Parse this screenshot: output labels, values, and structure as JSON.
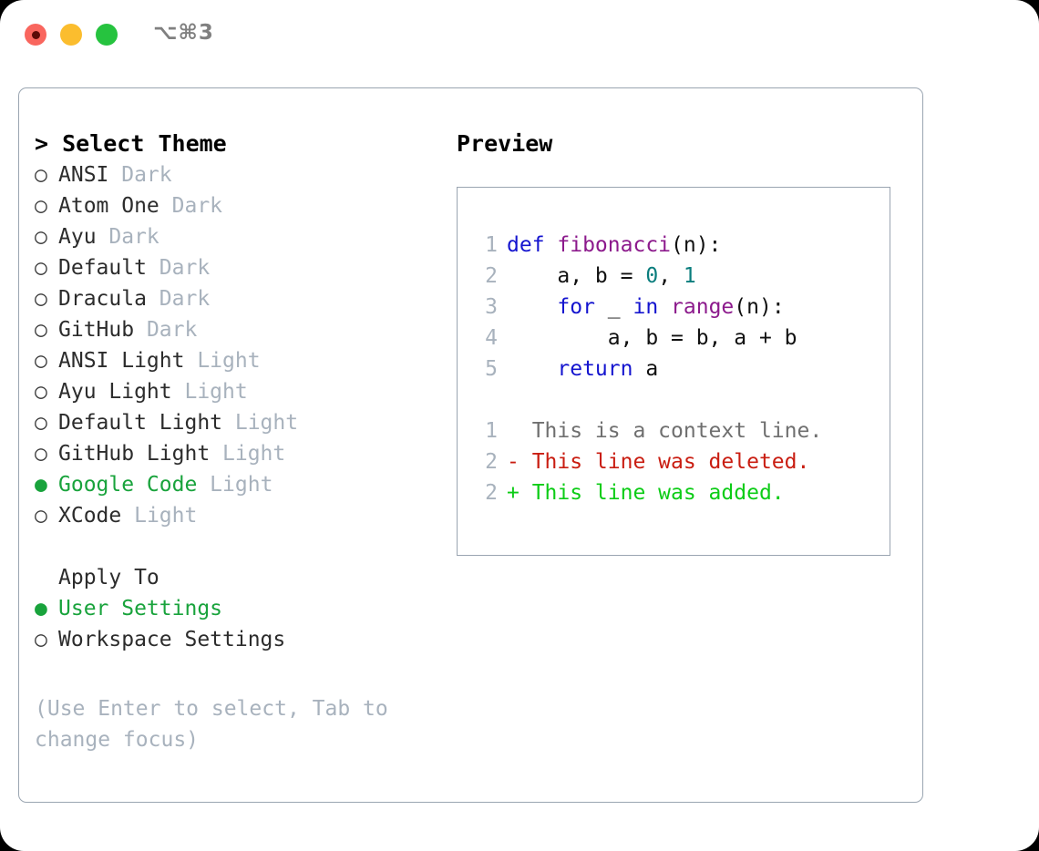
{
  "window": {
    "shortcut_label": "⌥⌘3",
    "traffic_lights": [
      {
        "name": "close",
        "color": "#f9665e"
      },
      {
        "name": "minimize",
        "color": "#fbbd2e"
      },
      {
        "name": "maximize",
        "color": "#26c33f"
      }
    ]
  },
  "theme_picker": {
    "header": "> Select Theme",
    "selected_bullet": "●",
    "unselected_bullet": "○",
    "selected_color": "#19a33c",
    "kind_color": "#a8b2bd",
    "options": [
      {
        "bullet": "○",
        "name": "ANSI",
        "kind": "Dark",
        "selected": false
      },
      {
        "bullet": "○",
        "name": "Atom One",
        "kind": "Dark",
        "selected": false
      },
      {
        "bullet": "○",
        "name": "Ayu",
        "kind": "Dark",
        "selected": false
      },
      {
        "bullet": "○",
        "name": "Default",
        "kind": "Dark",
        "selected": false
      },
      {
        "bullet": "○",
        "name": "Dracula",
        "kind": "Dark",
        "selected": false
      },
      {
        "bullet": "○",
        "name": "GitHub",
        "kind": "Dark",
        "selected": false
      },
      {
        "bullet": "○",
        "name": "ANSI Light",
        "kind": "Light",
        "selected": false
      },
      {
        "bullet": "○",
        "name": "Ayu Light",
        "kind": "Light",
        "selected": false
      },
      {
        "bullet": "○",
        "name": "Default Light",
        "kind": "Light",
        "selected": false
      },
      {
        "bullet": "○",
        "name": "GitHub Light",
        "kind": "Light",
        "selected": false
      },
      {
        "bullet": "●",
        "name": "Google Code",
        "kind": "Light",
        "selected": true
      },
      {
        "bullet": "○",
        "name": "XCode",
        "kind": "Light",
        "selected": false
      }
    ]
  },
  "apply_to": {
    "header": "Apply To",
    "options": [
      {
        "bullet": "●",
        "name": "User Settings",
        "selected": true
      },
      {
        "bullet": "○",
        "name": "Workspace Settings",
        "selected": false
      }
    ]
  },
  "hint": "(Use Enter to select, Tab to change focus)",
  "preview": {
    "title": "Preview",
    "code_lines": [
      {
        "number": "1",
        "tokens": [
          {
            "text": "def ",
            "type": "kw"
          },
          {
            "text": "fibonacci",
            "type": "fn"
          },
          {
            "text": "(n):",
            "type": "punc"
          }
        ]
      },
      {
        "number": "2",
        "tokens": [
          {
            "text": "    a, b = ",
            "type": "txt"
          },
          {
            "text": "0",
            "type": "num"
          },
          {
            "text": ", ",
            "type": "txt"
          },
          {
            "text": "1",
            "type": "num"
          }
        ]
      },
      {
        "number": "3",
        "tokens": [
          {
            "text": "    ",
            "type": "txt"
          },
          {
            "text": "for",
            "type": "kw"
          },
          {
            "text": " _ ",
            "type": "txt"
          },
          {
            "text": "in",
            "type": "kw"
          },
          {
            "text": " ",
            "type": "txt"
          },
          {
            "text": "range",
            "type": "fn"
          },
          {
            "text": "(n):",
            "type": "punc"
          }
        ]
      },
      {
        "number": "4",
        "tokens": [
          {
            "text": "        a, b = b, a + b",
            "type": "txt"
          }
        ]
      },
      {
        "number": "5",
        "tokens": [
          {
            "text": "    ",
            "type": "txt"
          },
          {
            "text": "return",
            "type": "kw"
          },
          {
            "text": " a",
            "type": "txt"
          }
        ]
      }
    ],
    "diff_lines": [
      {
        "number": "1",
        "marker": " ",
        "text": "  This is a context line.",
        "type": "ctx"
      },
      {
        "number": "2",
        "marker": "-",
        "text": "- This line was deleted.",
        "type": "del"
      },
      {
        "number": "2",
        "marker": "+",
        "text": "+ This line was added.",
        "type": "add"
      }
    ],
    "syntax_colors": {
      "keyword": "#1414cf",
      "function": "#8c1a8c",
      "number": "#0a7d7d",
      "text": "#111111",
      "line_number": "#a8b2bd",
      "diff_context": "#6f6f6f",
      "diff_deleted": "#c91d11",
      "diff_added": "#0ccc16"
    }
  }
}
